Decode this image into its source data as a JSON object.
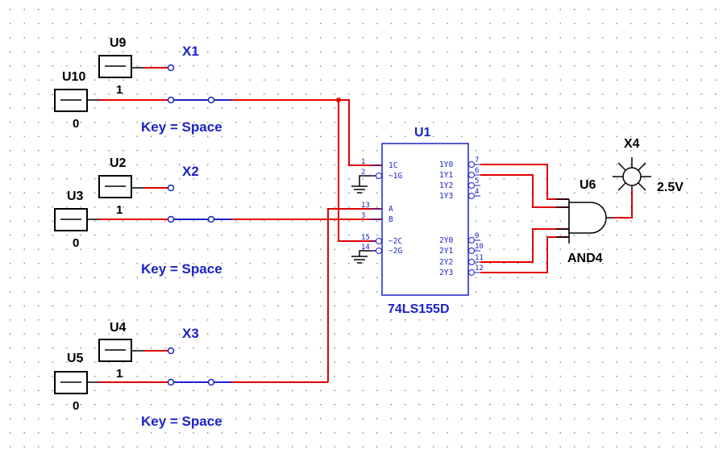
{
  "switches": [
    {
      "part": "U9",
      "state": "1"
    },
    {
      "part": "U10",
      "state": "0"
    },
    {
      "part": "U2",
      "state": "1"
    },
    {
      "part": "U3",
      "state": "0"
    },
    {
      "part": "U4",
      "state": "1"
    },
    {
      "part": "U5",
      "state": "0"
    }
  ],
  "probes": {
    "x1": "X1",
    "x2": "X2",
    "x3": "X3"
  },
  "keys": {
    "k1": "Key = Space",
    "k2": "Key = Space",
    "k3": "Key = Space"
  },
  "decoder": {
    "ref": "U1",
    "part": "74LS155D",
    "left_pins": [
      {
        "num": "1",
        "name": "1C"
      },
      {
        "num": "2",
        "name": "~1G"
      },
      {
        "num": "13",
        "name": "A"
      },
      {
        "num": "3",
        "name": "B"
      },
      {
        "num": "15",
        "name": "~2C"
      },
      {
        "num": "14",
        "name": "~2G"
      }
    ],
    "right_pins": [
      {
        "num": "7",
        "name": "1Y0"
      },
      {
        "num": "6",
        "name": "1Y1"
      },
      {
        "num": "5",
        "name": "1Y2"
      },
      {
        "num": "4",
        "name": "1Y3"
      },
      {
        "num": "9",
        "name": "2Y0"
      },
      {
        "num": "10",
        "name": "2Y1"
      },
      {
        "num": "11",
        "name": "2Y2"
      },
      {
        "num": "12",
        "name": "2Y3"
      }
    ]
  },
  "gate": {
    "ref": "U6",
    "part": "AND4"
  },
  "lamp": {
    "ref": "X4",
    "voltage": "2.5V"
  },
  "colors": {
    "wire": "#e00000",
    "blue_wire": "#1a22c8",
    "text_blue": "#1a22c8",
    "component": "#000000"
  }
}
